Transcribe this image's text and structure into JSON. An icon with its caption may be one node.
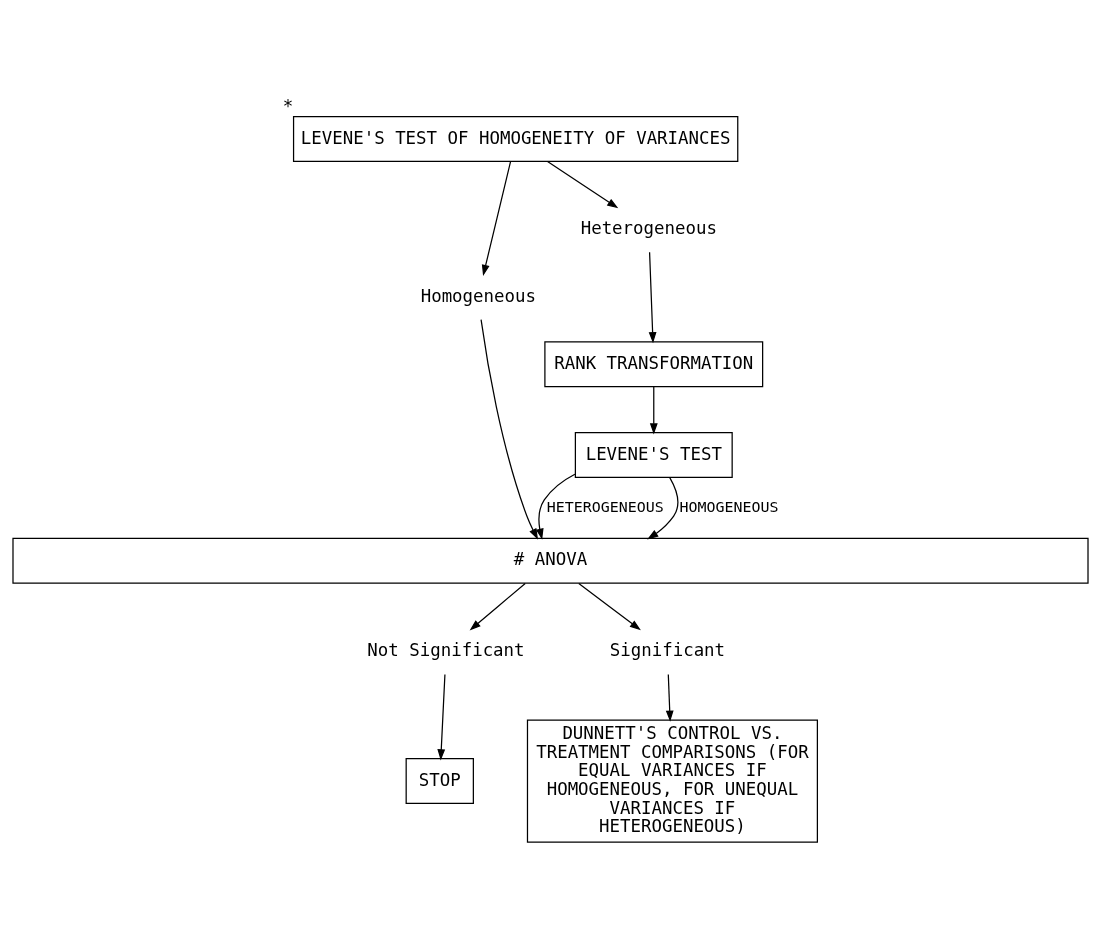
{
  "diagram": {
    "nodes": [
      {
        "text": [
          "LEVENE'S TEST OF HOMOGENEITY OF VARIANCES"
        ],
        "beside": [
          "*"
        ]
      },
      {
        "text": [
          "Homogeneous"
        ]
      },
      {
        "text": [
          "Heterogeneous"
        ]
      },
      {
        "text": [
          "RANK TRANSFORMATION"
        ]
      },
      {
        "text": [
          "LEVENE'S TEST"
        ]
      },
      {
        "text": [
          "# ANOVA"
        ]
      },
      {
        "text": [
          "Not Significant"
        ]
      },
      {
        "text": [
          "Significant"
        ]
      },
      {
        "text": [
          "STOP"
        ]
      },
      {
        "text": [
          "DUNNETT'S CONTROL VS. TREATMENT COMPARISONS (FOR EQUAL VARIANCES IF HOMOGENEOUS, FOR UNEQUAL VARIANCES IF HETEROGENEOUS)"
        ]
      }
    ],
    "edges": [
      {
        "from": 0,
        "to": 1,
        "arrow": "to"
      },
      {
        "from": 0,
        "to": 2,
        "arrow": "to"
      },
      {
        "from": 2,
        "to": 3,
        "arrow": "to"
      },
      {
        "from": 3,
        "to": 4,
        "arrow": "to"
      },
      {
        "from": 1,
        "to": 5,
        "arrow": "to"
      },
      {
        "from": 4,
        "to": 5,
        "label": "HETEROGENEOUS",
        "arrow": "to"
      },
      {
        "from": 4,
        "to": 5,
        "label": "HOMOGENEOUS",
        "arrow": "to"
      },
      {
        "from": 5,
        "to": 6,
        "arrow": "to"
      },
      {
        "from": 5,
        "to": 7,
        "arrow": "to"
      },
      {
        "from": 6,
        "to": 8,
        "arrow": "to"
      },
      {
        "from": 7,
        "to": 9,
        "arrow": "to"
      }
    ]
  }
}
